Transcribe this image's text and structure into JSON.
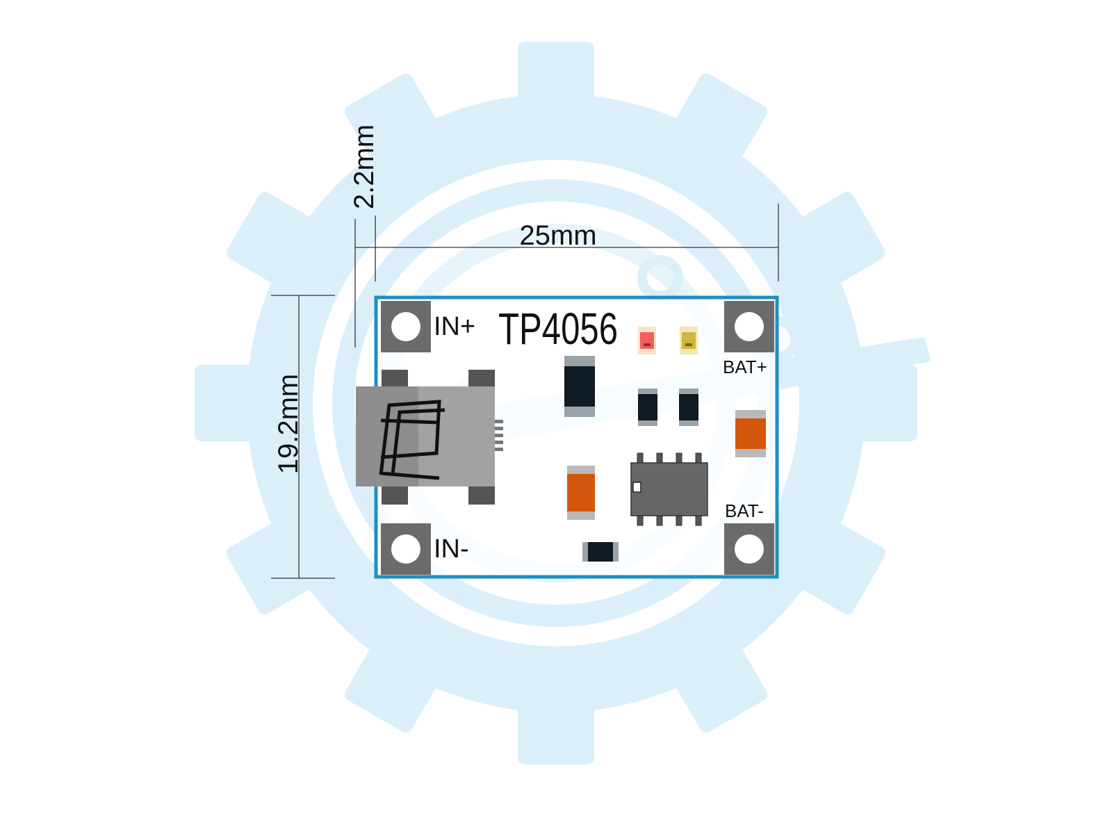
{
  "board": {
    "chip_name": "TP4056",
    "pads": {
      "in_plus": "IN+",
      "in_minus": "IN-",
      "bat_plus": "BAT+",
      "bat_minus": "BAT-"
    }
  },
  "dimensions": {
    "width": "25mm",
    "height": "19.2mm",
    "offset": "2.2mm"
  },
  "colors": {
    "watermark": "#dbeffb",
    "board_outline": "#1e8fc0",
    "pad": "#6b6b6b",
    "smd_dark": "#0f1a22",
    "capacitor": "#d4560c",
    "led_red": "#f25f5c",
    "led_yellow": "#d2b440",
    "ic": "#666666",
    "usb": "#8e8e8e"
  }
}
